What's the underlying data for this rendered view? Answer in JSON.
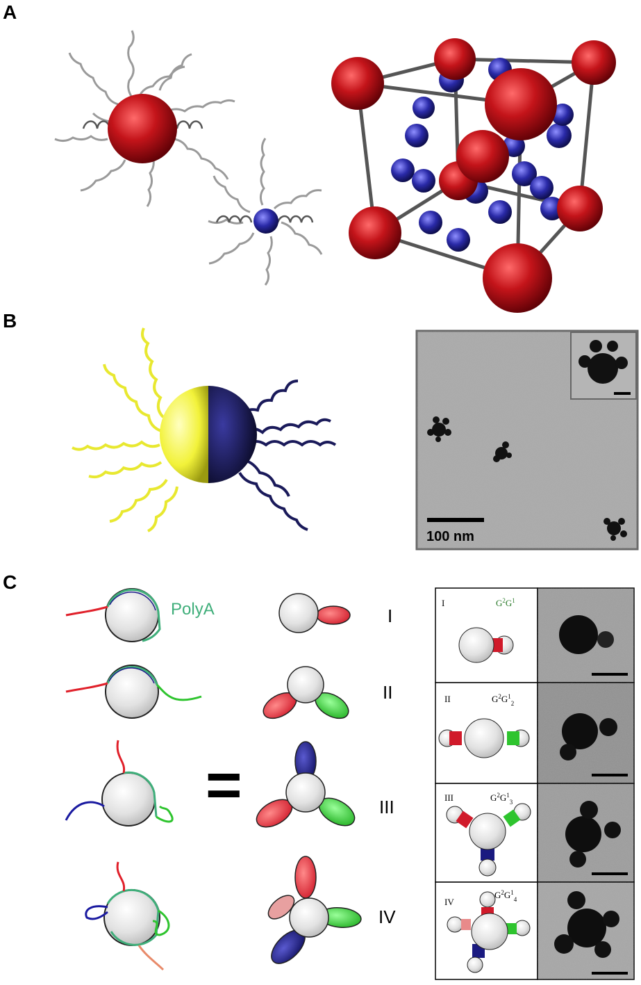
{
  "panels": {
    "a": {
      "label": "A"
    },
    "b": {
      "label": "B",
      "tem_scale": "100 nm"
    },
    "c": {
      "label": "C",
      "strand_label": "PolyA",
      "equals": "=",
      "roman": [
        "I",
        "II",
        "III",
        "IV"
      ],
      "table": [
        {
          "roman": "I",
          "formula_main": "G",
          "formula_sup1": "2",
          "formula_mid": "G",
          "formula_sup2": "1",
          "formula_sub": ""
        },
        {
          "roman": "II",
          "formula_main": "G",
          "formula_sup1": "2",
          "formula_mid": "G",
          "formula_sup2": "1",
          "formula_sub": "2"
        },
        {
          "roman": "III",
          "formula_main": "G",
          "formula_sup1": "2",
          "formula_mid": "G",
          "formula_sup2": "1",
          "formula_sub": "3"
        },
        {
          "roman": "IV",
          "formula_main": "G",
          "formula_sup1": "2",
          "formula_mid": "G",
          "formula_sup2": "1",
          "formula_sub": "4"
        }
      ]
    }
  },
  "colors": {
    "red_particle": "#c4141a",
    "blue_particle": "#2a2aa8",
    "yellow": "#f2f23a",
    "navy": "#1a1a5a",
    "polya_green": "#3fae7a",
    "strand_red": "#e0202a",
    "strand_green": "#2ec42e",
    "strand_blue": "#1a1aa0",
    "tem_gray": "#a9a9a9"
  }
}
